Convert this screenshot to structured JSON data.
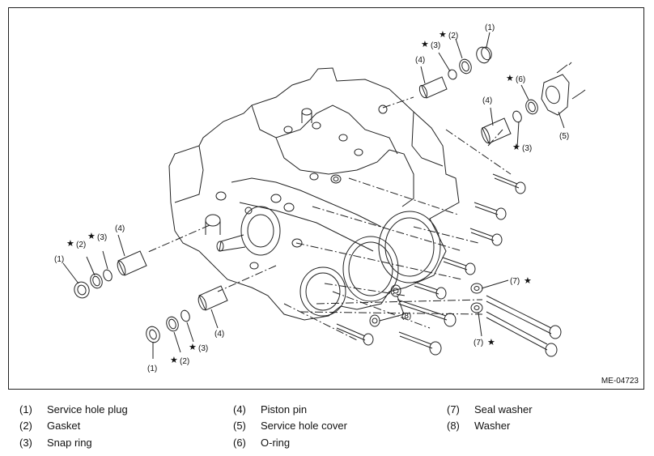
{
  "figure": {
    "code": "ME-04723",
    "callouts": {
      "c1": "(1)",
      "c2": "(2)",
      "c3": "(3)",
      "c4": "(4)",
      "c5": "(5)",
      "c6": "(6)",
      "c7": "(7)",
      "c8": "(8)",
      "star": "★"
    }
  },
  "legend": [
    {
      "num": "(1)",
      "label": "Service hole plug"
    },
    {
      "num": "(2)",
      "label": "Gasket"
    },
    {
      "num": "(3)",
      "label": "Snap ring"
    },
    {
      "num": "(4)",
      "label": "Piston pin"
    },
    {
      "num": "(5)",
      "label": "Service hole cover"
    },
    {
      "num": "(6)",
      "label": "O-ring"
    },
    {
      "num": "(7)",
      "label": "Seal washer"
    },
    {
      "num": "(8)",
      "label": "Washer"
    }
  ]
}
